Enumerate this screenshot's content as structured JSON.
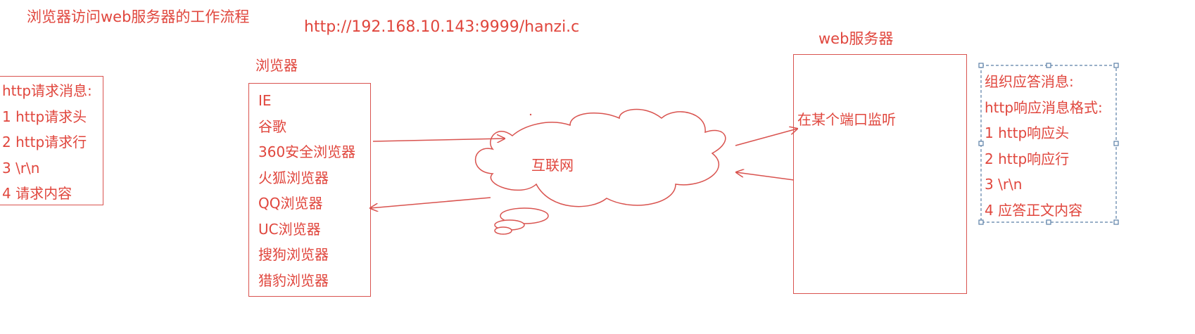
{
  "title": "浏览器访问web服务器的工作流程",
  "url": "http://192.168.10.143:9999/hanzi.c",
  "request": {
    "lines": [
      "http请求消息:",
      "1 http请求头",
      "2 http请求行",
      "3 \\r\\n",
      "4 请求内容"
    ]
  },
  "browser": {
    "label": "浏览器",
    "items": [
      "IE",
      "谷歌",
      "360安全浏览器",
      "火狐浏览器",
      "QQ浏览器",
      "UC浏览器",
      "搜狗浏览器",
      "猎豹浏览器"
    ]
  },
  "cloud": {
    "label": "互联网"
  },
  "server": {
    "label": "web服务器",
    "listen": "在某个端口监听"
  },
  "response": {
    "lines": [
      "组织应答消息:",
      "http响应消息格式:",
      "1 http响应头",
      "2 http响应行",
      "3 \\r\\n",
      "4 应答正文内容"
    ]
  },
  "colors": {
    "accent": "#e0463d",
    "border": "#d9534f",
    "selection": "#5b7fa6"
  }
}
